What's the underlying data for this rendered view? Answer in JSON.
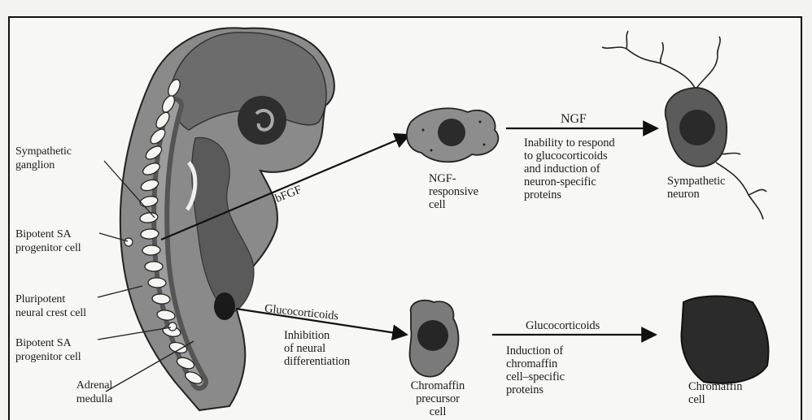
{
  "labels": {
    "sympathetic_ganglion": "Sympathetic\nganglion",
    "bipotent_sa_top": "Bipotent SA\nprogenitor cell",
    "pluripotent": "Pluripotent\nneural crest cell",
    "bipotent_sa_bottom": "Bipotent SA\nprogenitor cell",
    "adrenal_medulla": "Adrenal\nmedulla",
    "bfgf": "bFGF",
    "ngf_responsive_cell": "NGF-\nresponsive\ncell",
    "ngf": "NGF",
    "ngf_effect": "Inability to respond\nto glucocorticoids\nand induction of\nneuron-specific\nproteins",
    "sympathetic_neuron": "Sympathetic\nneuron",
    "glucocorticoids_1": "Glucocorticoids",
    "inhibition": "Inhibition\nof neural\ndifferentiation",
    "chromaffin_precursor": "Chromaffin\nprecursor\ncell",
    "glucocorticoids_2": "Glucocorticoids",
    "chromaffin_effect": "Induction of\nchromaffin\ncell–specific\nproteins",
    "chromaffin_cell": "Chromaffin\ncell"
  },
  "colors": {
    "ink": "#1c1c1c",
    "embryo_dark": "#4a4a4a",
    "embryo_mid": "#6e6e6e",
    "embryo_light": "#9a9a9a",
    "background": "#f7f7f5"
  }
}
